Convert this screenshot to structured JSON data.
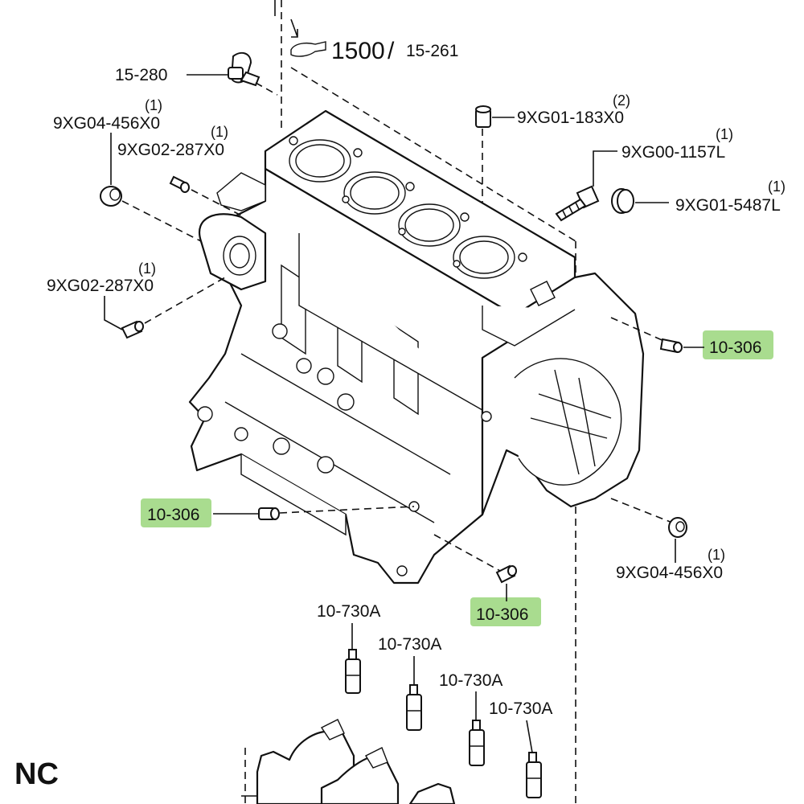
{
  "diagram": {
    "reference": {
      "main": "1500",
      "sub": "15-261",
      "separator": "/"
    },
    "marker": "NC",
    "highlight_color": "#a9dc8f",
    "labels": {
      "hose_15_280": "15-280",
      "plug_9xg04_456x0_left": "9XG04-456X0",
      "plug_9xg04_456x0_left_qty": "(1)",
      "pin_9xg02_287x0_top": "9XG02-287X0",
      "pin_9xg02_287x0_top_qty": "(1)",
      "pin_9xg02_287x0_mid": "9XG02-287X0",
      "pin_9xg02_287x0_mid_qty": "(1)",
      "dowel_9xg01_183x0": "9XG01-183X0",
      "dowel_9xg01_183x0_qty": "(2)",
      "bolt_9xg00_1157l": "9XG00-1157L",
      "bolt_9xg00_1157l_qty": "(1)",
      "plug_9xg01_5487l": "9XG01-5487L",
      "plug_9xg01_5487l_qty": "(1)",
      "pin_10_306_right": "10-306",
      "pin_10_306_left": "10-306",
      "pin_10_306_bottom": "10-306",
      "plug_9xg04_456x0_right": "9XG04-456X0",
      "plug_9xg04_456x0_right_qty": "(1)",
      "jet_10_730a_1": "10-730A",
      "jet_10_730a_2": "10-730A",
      "jet_10_730a_3": "10-730A",
      "jet_10_730a_4": "10-730A"
    }
  }
}
